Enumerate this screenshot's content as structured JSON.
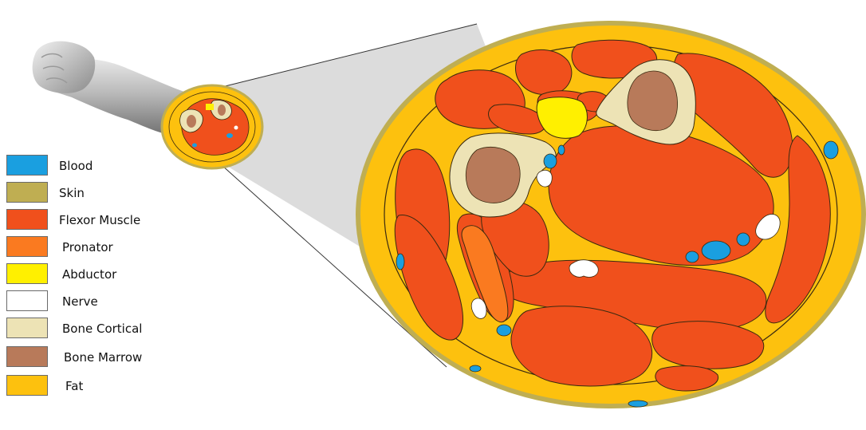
{
  "colors": {
    "blood": "#1A9FE0",
    "skin": "#BFAE52",
    "flexor_muscle": "#F0501C",
    "pronator": "#FA7A20",
    "abductor": "#FFF000",
    "nerve": "#FFFFFF",
    "bone_cortical": "#EDE3B5",
    "bone_marrow": "#B87A5A",
    "fat": "#FDC10E",
    "arm": "#9A9A9A",
    "outline": "#3a2a10"
  },
  "legend": {
    "items": [
      {
        "label": "Blood",
        "color": "#1A9FE0"
      },
      {
        "label": "Skin",
        "color": "#BFAE52"
      },
      {
        "label": "Flexor Muscle",
        "color": "#F0501C"
      },
      {
        "label": "Pronator",
        "color": "#FA7A20"
      },
      {
        "label": "Abductor",
        "color": "#FFF000"
      },
      {
        "label": "Nerve",
        "color": "#FFFFFF"
      },
      {
        "label": "Bone Cortical",
        "color": "#EDE3B5"
      },
      {
        "label": "Bone Marrow",
        "color": "#B87A5A"
      },
      {
        "label": "Fat",
        "color": "#FDC10E"
      }
    ]
  }
}
